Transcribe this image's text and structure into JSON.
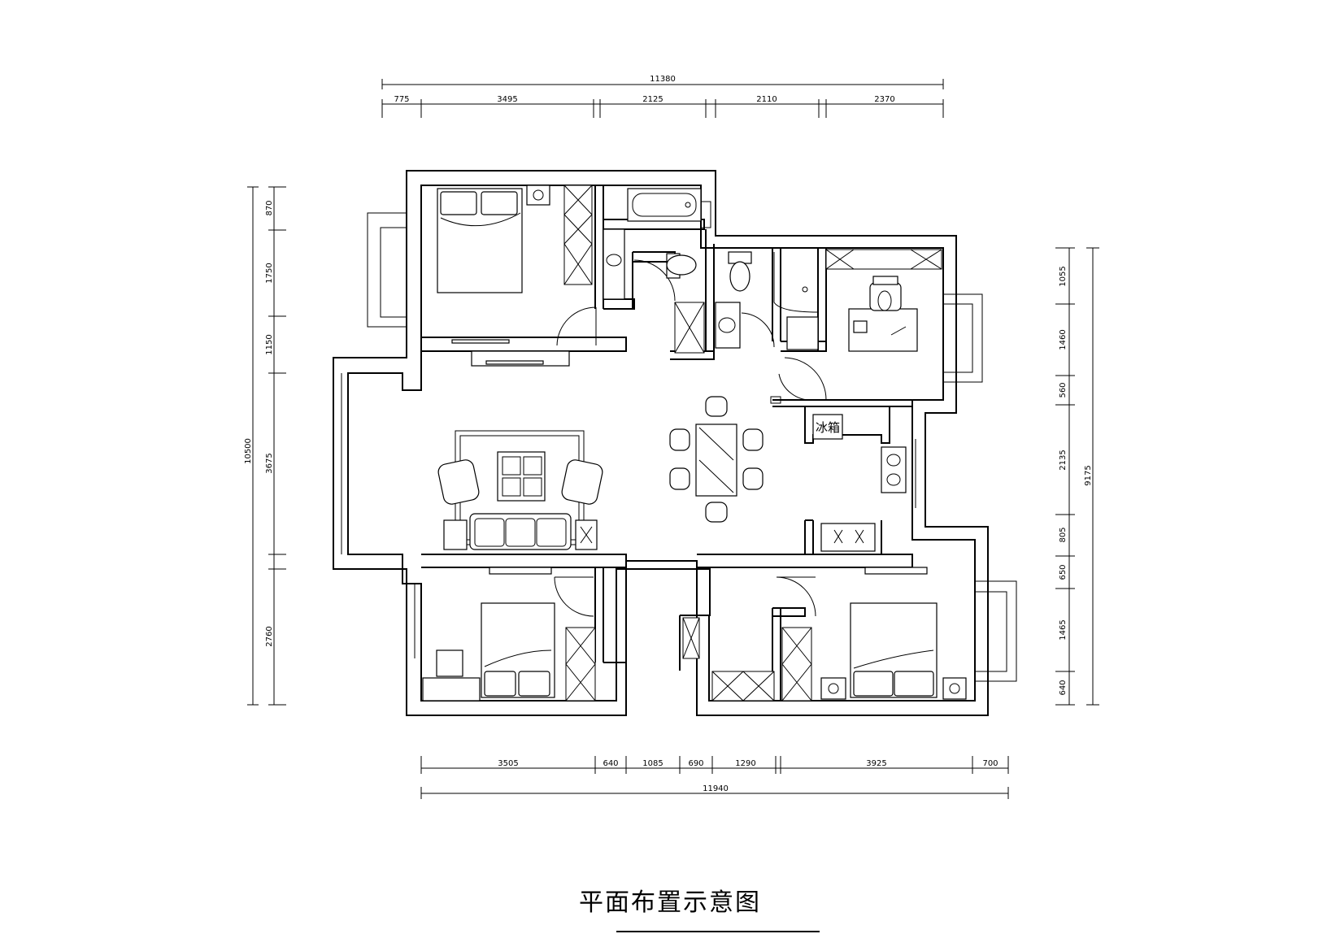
{
  "dimensions": {
    "top_total": "11380",
    "top_segments": [
      "775",
      "3495",
      "2125",
      "2110",
      "2370"
    ],
    "bottom_segments": [
      "3505",
      "640",
      "1085",
      "690",
      "1290",
      "3925",
      "700"
    ],
    "bottom_total": "11940",
    "left_segments": [
      "870",
      "1750",
      "1150",
      "3675",
      "2760"
    ],
    "left_total": "10500",
    "right_segments": [
      "1055",
      "1460",
      "560",
      "2135",
      "805",
      "650",
      "1465",
      "640"
    ],
    "right_total": "9175"
  },
  "labels": {
    "fridge": "冰箱"
  },
  "title": "平面布置示意图",
  "colors": {
    "line": "#000000",
    "background": "#ffffff"
  }
}
